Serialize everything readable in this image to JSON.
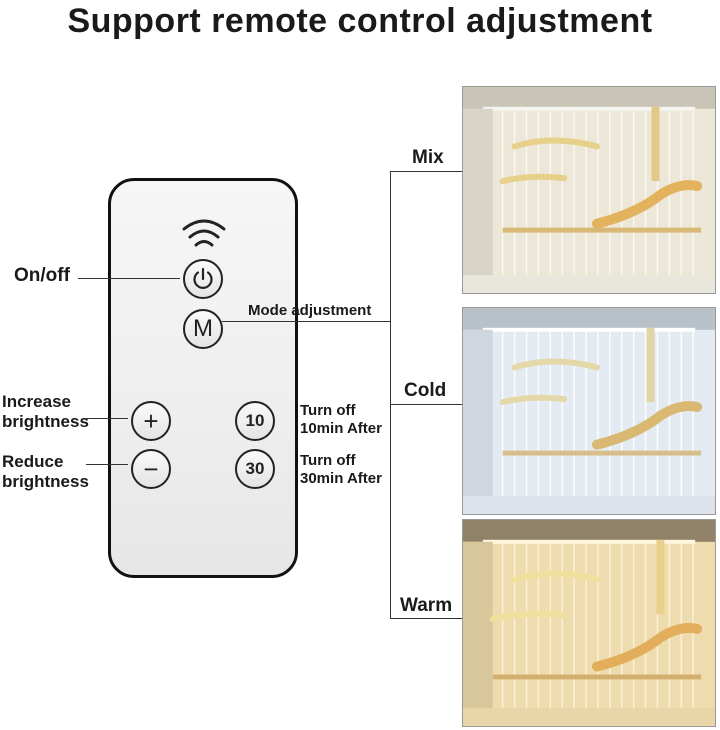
{
  "title": "Support remote control adjustment",
  "remote": {
    "power_label": "On/off",
    "mode_label": "Mode adjustment",
    "mode_button": "M",
    "increase_label_1": "Increase",
    "increase_label_2": "brightness",
    "reduce_label_1": "Reduce",
    "reduce_label_2": "brightness",
    "timer10_button": "10",
    "timer10_label_1": "Turn off",
    "timer10_label_2": "10min After",
    "timer30_button": "30",
    "timer30_label_1": "Turn off",
    "timer30_label_2": "30min After"
  },
  "modes": [
    {
      "label": "Mix",
      "bg": "#e8e2cf",
      "back": "#d9d2bc"
    },
    {
      "label": "Cold",
      "bg": "#dde6ee",
      "back": "#cdd8e3"
    },
    {
      "label": "Warm",
      "bg": "#f0e2b8",
      "back": "#e6d39c"
    }
  ]
}
